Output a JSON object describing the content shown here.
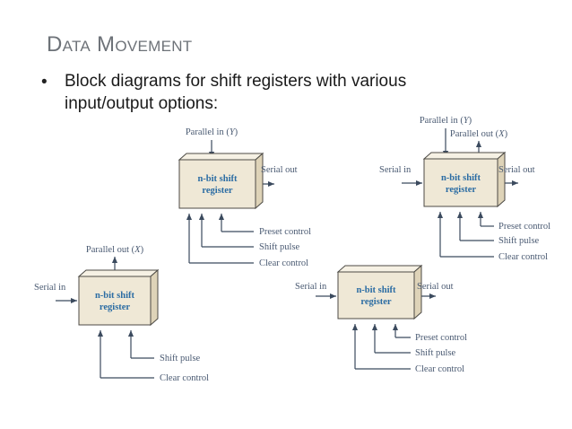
{
  "slide": {
    "title": "Data Movement",
    "bullet_marker": "•",
    "bullet_text": "Block diagrams for shift registers with various input/output options:"
  },
  "colors": {
    "title_gray": "#6d7278",
    "body_black": "#1a1a1a",
    "box_face": "#efe8d6",
    "box_top": "#f6f1e4",
    "box_side": "#ded3b8",
    "box_stroke": "#4c4a45",
    "label_ink": "#4a5a72",
    "box_label_blue": "#2b6ca3",
    "connector": "#3b4a5e",
    "page_bg": "#ffffff"
  },
  "box_label": {
    "line1": "n-bit shift",
    "line2": "register"
  },
  "labels": {
    "parallel_in": "Parallel in (",
    "parallel_in_var": "Y",
    "parallel_out": "Parallel out (",
    "parallel_out_var": "X",
    "paren_close": ")",
    "serial_in": "Serial in",
    "serial_out": "Serial out",
    "preset_control": "Preset control",
    "shift_pulse": "Shift pulse",
    "clear_control": "Clear control"
  },
  "diagrams": [
    {
      "id": "sipo-top-left",
      "name": "parallel-in-serial-out",
      "inputs": [
        "Parallel in (Y)"
      ],
      "outputs": [
        "Serial out"
      ],
      "controls": [
        "Preset control",
        "Shift pulse",
        "Clear control"
      ]
    },
    {
      "id": "universal-top-right",
      "name": "universal-shift-register",
      "inputs": [
        "Parallel in (Y)",
        "Serial in"
      ],
      "outputs": [
        "Parallel out (X)",
        "Serial out"
      ],
      "controls": [
        "Preset control",
        "Shift pulse",
        "Clear control"
      ]
    },
    {
      "id": "siso-bottom-left",
      "name": "serial-in-parallel-out",
      "inputs": [
        "Serial in"
      ],
      "outputs": [
        "Parallel out (X)"
      ],
      "controls": [
        "Shift pulse",
        "Clear control"
      ]
    },
    {
      "id": "siso-bottom-right",
      "name": "serial-in-serial-out",
      "inputs": [
        "Serial in"
      ],
      "outputs": [
        "Serial out"
      ],
      "controls": [
        "Preset control",
        "Shift pulse",
        "Clear control"
      ]
    }
  ]
}
